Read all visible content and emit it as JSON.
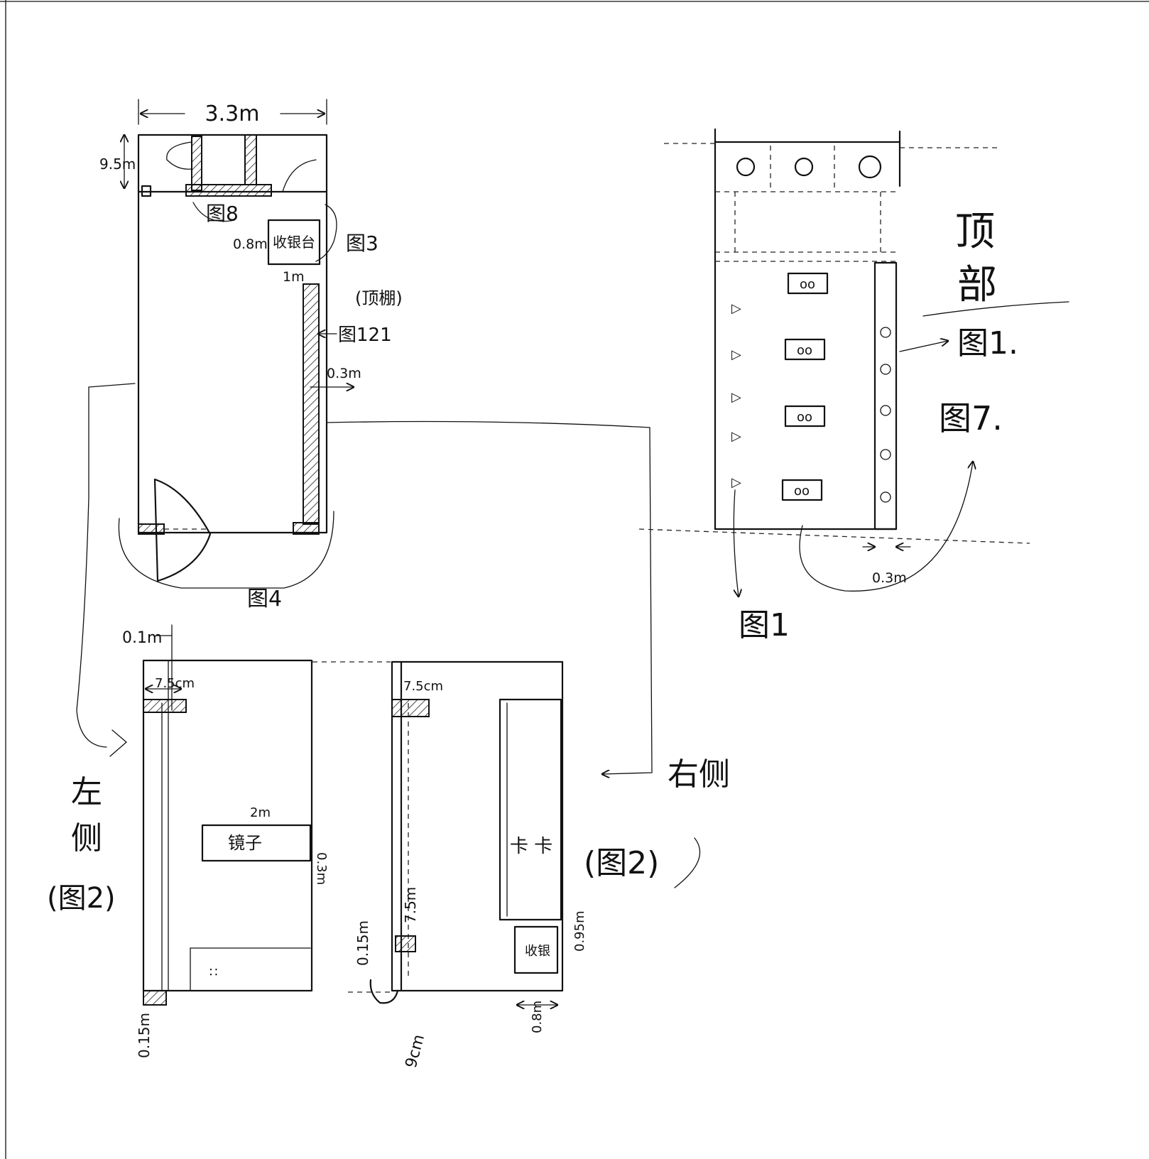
{
  "plan": {
    "width_dim": "3.3m",
    "top_dim": "9.5m",
    "ref_8": "图8",
    "cabinet_w": "0.8m",
    "cabinet_label": "收银台",
    "cabinet_d": "1m",
    "ref_3": "图3",
    "ceiling_note": "(顶棚)",
    "ref_121": "图121",
    "wall_dim": "0.3m",
    "ref_4": "图4"
  },
  "top": {
    "title_a": "顶",
    "title_b": "部",
    "ref_right": "图1.",
    "ref_right2": "图7.",
    "wall_dim": "0.3m",
    "ref_below": "图1"
  },
  "left": {
    "top_dim": "0.1m",
    "stripe_dim": "7.5cm",
    "label_a": "左",
    "label_b": "侧",
    "ref": "(图2)",
    "mirror_h": "2m",
    "mirror_label": "镜子",
    "mirror_d": "0.3m",
    "bottom_dim": "0.15m"
  },
  "right": {
    "top_dim": "7.5cm",
    "label": "右侧",
    "ref": "(图2)",
    "mid_dim": "7.5m",
    "side_dim": "0.15m",
    "cabinet_label": "收银",
    "cabinet_h": "0.95m",
    "cabinet_w": "0.8m",
    "bottom_dim": "9cm"
  }
}
